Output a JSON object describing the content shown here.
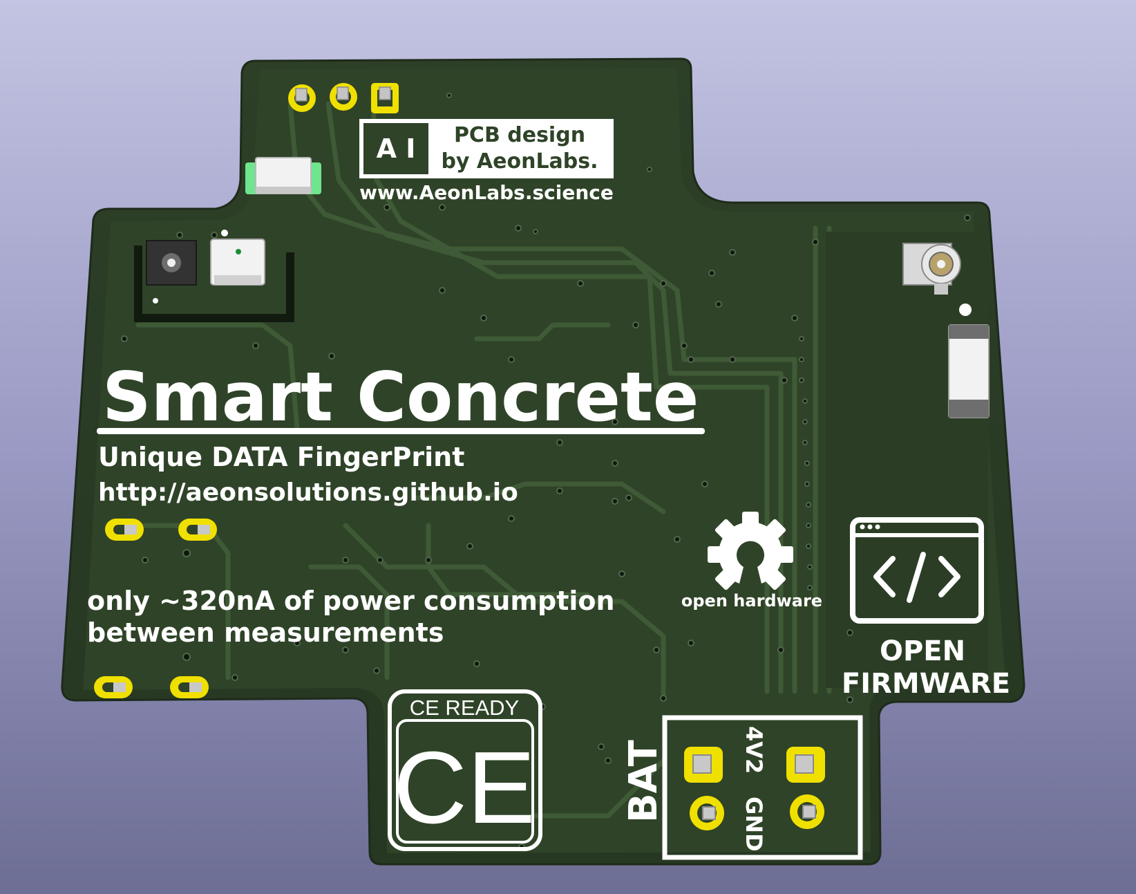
{
  "board": {
    "title": "Smart Concrete",
    "subtitle": "Unique DATA FingerPrint",
    "url": "http://aeonsolutions.github.io",
    "power_line1": "only ~320nA of power consumption",
    "power_line2": "between measurements"
  },
  "logo": {
    "mark": "A I",
    "line1": "PCB design",
    "line2": "by AeonLabs.",
    "website": "www.AeonLabs.science"
  },
  "badges": {
    "open_hardware": "open hardware",
    "open_firmware_line1": "OPEN",
    "open_firmware_line2": "FIRMWARE",
    "ce_ready": "CE READY",
    "ce_mark": "CE"
  },
  "battery": {
    "label": "BAT",
    "plus": "4V2",
    "minus": "GND"
  },
  "colors": {
    "pcb": "#2f4328",
    "trace": "#3f5a36",
    "silkscreen": "#ffffff",
    "pad_gold": "#f0e000",
    "background": "#a3a3c9"
  }
}
